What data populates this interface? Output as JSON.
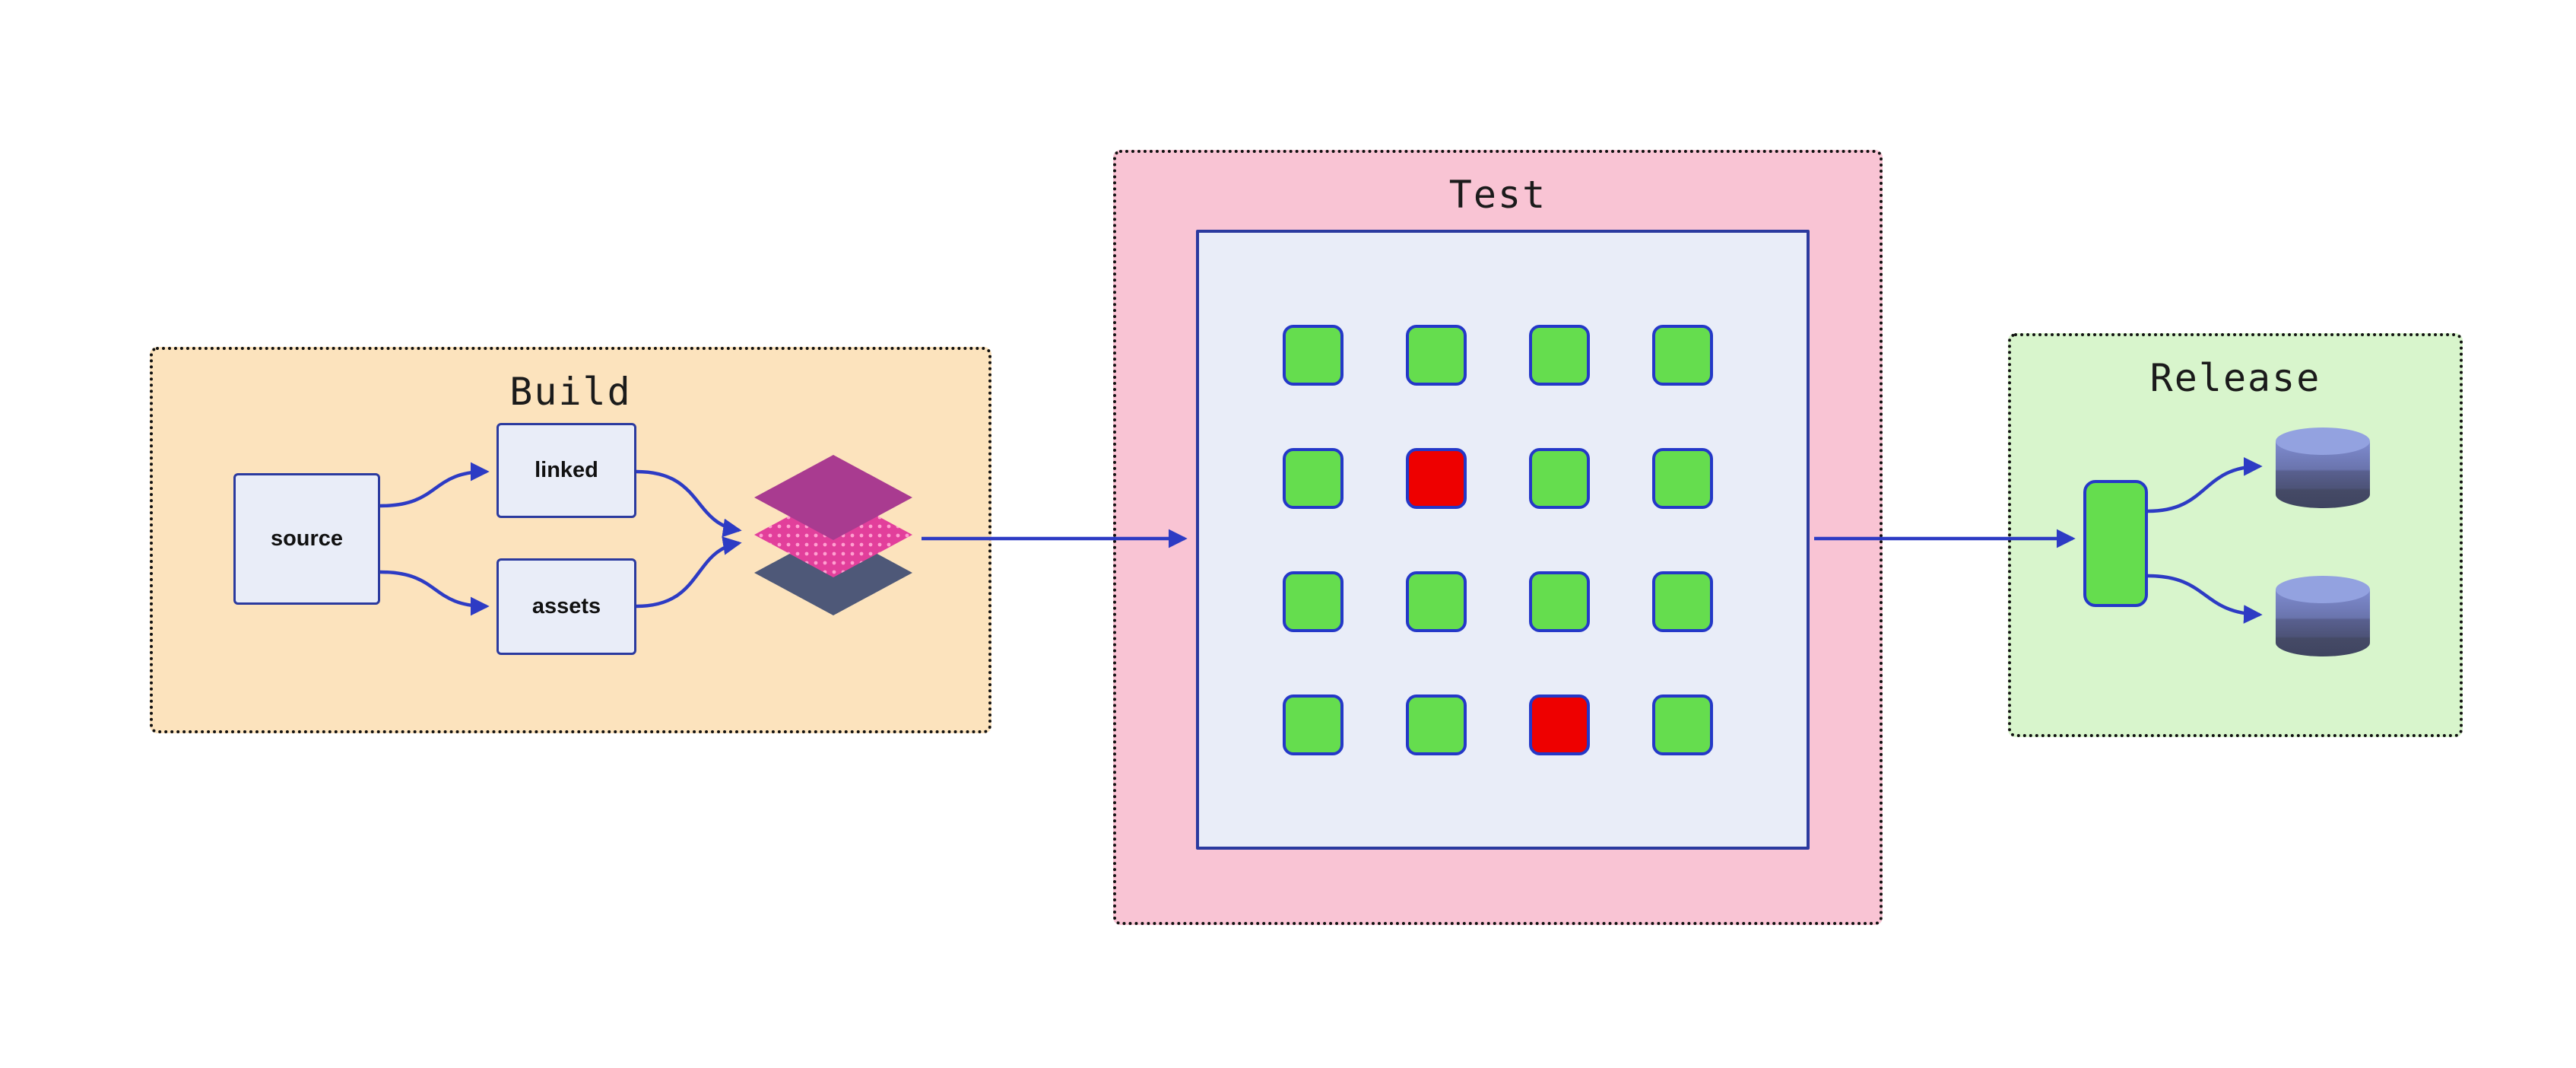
{
  "build": {
    "title": "Build",
    "source_label": "source",
    "linked_label": "linked",
    "assets_label": "assets",
    "layers_icon": "layer-stack-icon"
  },
  "test": {
    "title": "Test",
    "grid": {
      "rows": 4,
      "cols": 4,
      "statuses": [
        "pass",
        "pass",
        "pass",
        "pass",
        "pass",
        "fail",
        "pass",
        "pass",
        "pass",
        "pass",
        "pass",
        "pass",
        "pass",
        "pass",
        "fail",
        "pass"
      ]
    }
  },
  "release": {
    "title": "Release",
    "artifact_icon": "artifact-icon",
    "database_icon": "database-icon"
  },
  "colors": {
    "arrow": "#2d3bc4",
    "build_bg": "#fce3bd",
    "test_bg": "#f9c4d4",
    "release_bg": "#d8f5cc",
    "panel_bg": "#e9edf8",
    "panel_border": "#2b3a9f",
    "node_border": "#2438c8",
    "pass": "#65dd4e",
    "fail": "#ee0000",
    "layer_top": "#a93b90",
    "layer_mid": "#e23f9b",
    "layer_bottom": "#4e5878",
    "db_light": "#93a2e0",
    "db_dark": "#3f4460"
  }
}
